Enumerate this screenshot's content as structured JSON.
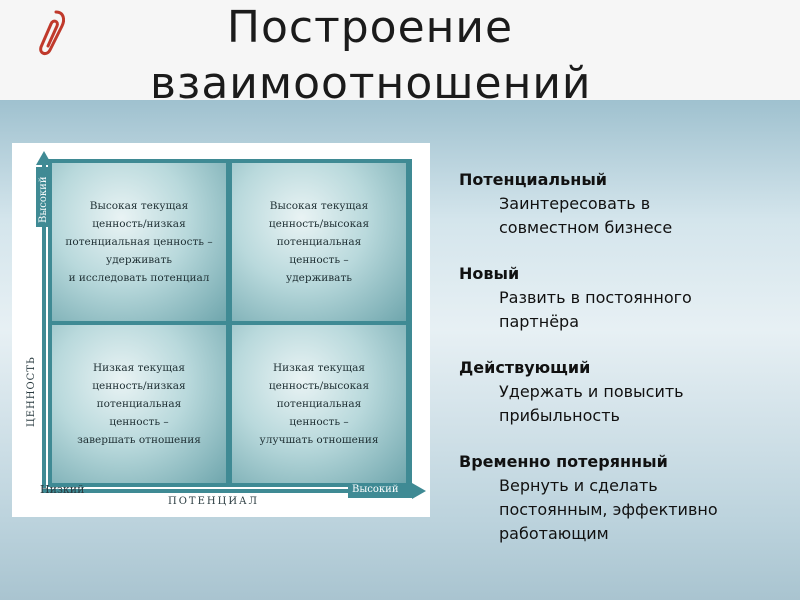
{
  "slide": {
    "title_line1": "Построение",
    "title_line2": "взаимоотношений",
    "icon": "paperclip-icon"
  },
  "diagram": {
    "quadrants": {
      "top_left": [
        "Высокая текущая",
        "ценность/низкая",
        "потенциальная ценность –",
        "удерживать",
        "и исследовать потенциал"
      ],
      "top_right": [
        "Высокая текущая",
        "ценность/высокая",
        "потенциальная",
        "ценность –",
        "удерживать"
      ],
      "bottom_left": [
        "Низкая текущая",
        "ценность/низкая",
        "потенциальная",
        "ценность –",
        "завершать отношения"
      ],
      "bottom_right": [
        "Низкая текущая",
        "ценность/высокая",
        "потенциальная",
        "ценность –",
        "улучшать отношения"
      ]
    },
    "y_axis_label": "ЦЕННОСТЬ",
    "y_axis_high": "Высокий",
    "x_axis_label": "ПОТЕНЦИАЛ",
    "x_axis_low": "Низкий",
    "x_axis_high": "Высокий",
    "colors": {
      "axis": "#3f8a94",
      "quad_dark": "#6fa6ad",
      "quad_light": "#e9f3f4"
    }
  },
  "list": [
    {
      "head": "Потенциальный",
      "text": [
        "Заинтересовать в",
        "совместном бизнесе"
      ]
    },
    {
      "head": "Новый",
      "text": [
        "Развить в постоянного",
        "партнёра"
      ]
    },
    {
      "head": "Действующий",
      "text": [
        "Удержать и повысить",
        "прибыльность"
      ]
    },
    {
      "head": "Временно потерянный",
      "text": [
        "Вернуть и сделать",
        "постоянным, эффективно",
        "работающим"
      ]
    }
  ]
}
